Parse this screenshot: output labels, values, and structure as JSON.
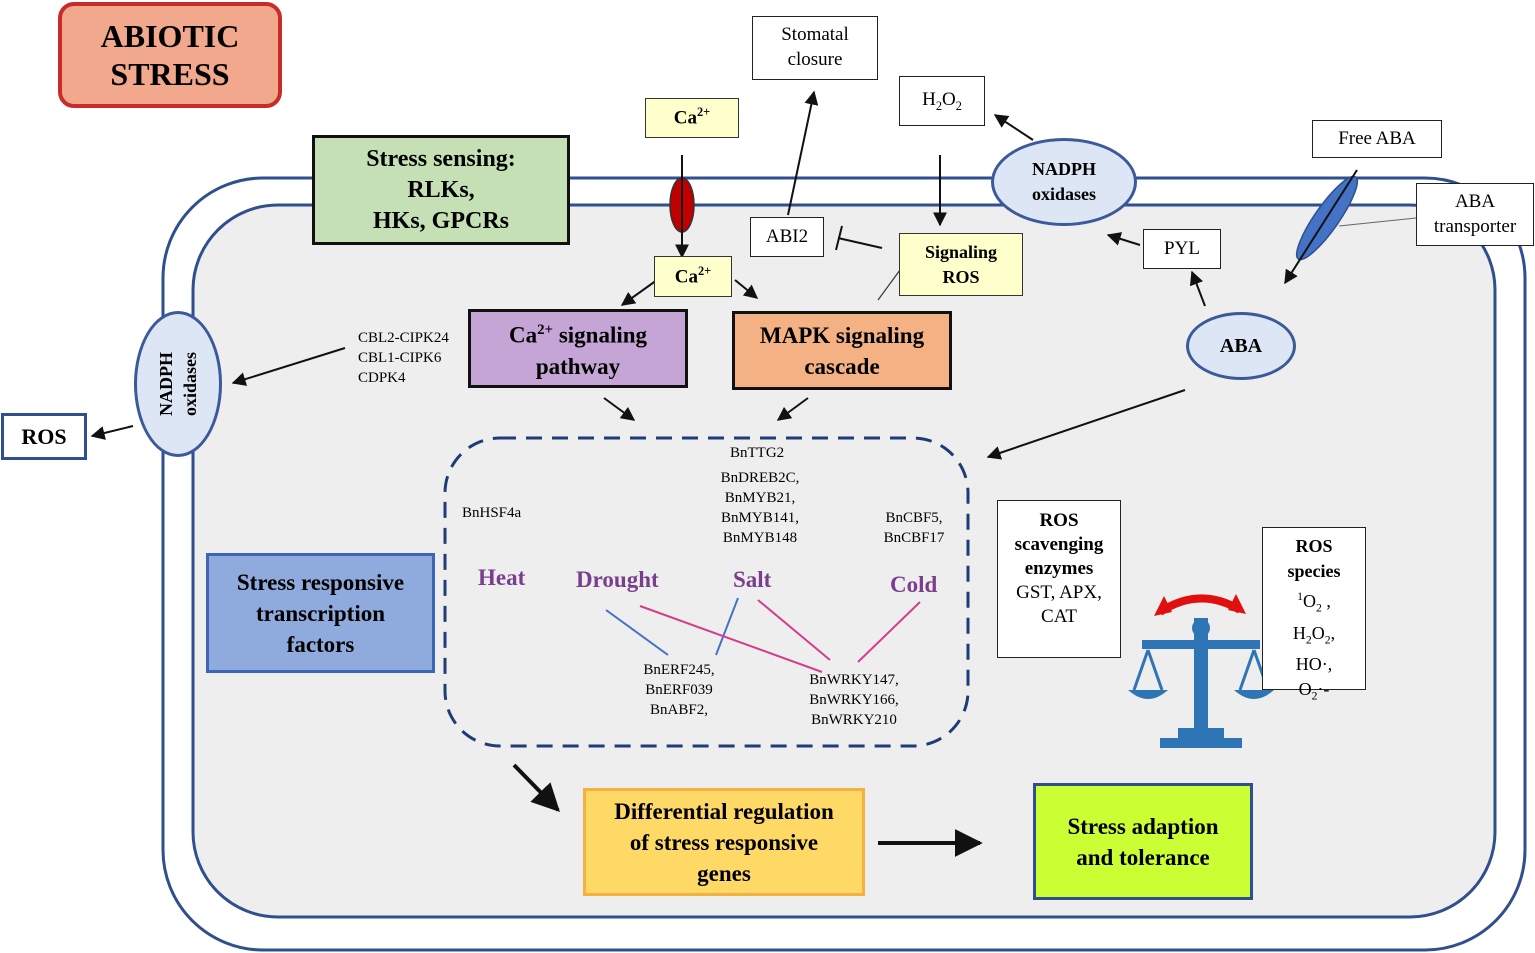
{
  "title": "ABIOTIC STRESS",
  "sensing": {
    "line1": "Stress sensing:",
    "line2": "RLKs,",
    "line3": "HKs, GPCRs"
  },
  "ca_outer": {
    "base": "Ca",
    "sup": "2+"
  },
  "ca_inner": {
    "base": "Ca",
    "sup": "2+"
  },
  "stomatal": {
    "line1": "Stomatal",
    "line2": "closure"
  },
  "h2o2": {
    "base": "H",
    "sub1": "2",
    "mid": "O",
    "sub2": "2"
  },
  "nadph_top": {
    "line1": "NADPH",
    "line2": "oxidases"
  },
  "nadph_left": {
    "label": "NADPH oxidases"
  },
  "free_aba": "Free ABA",
  "aba_transporter": {
    "line1": "ABA",
    "line2": "transporter"
  },
  "abi2": "ABI2",
  "signaling_ros": {
    "line1": "Signaling",
    "line2": "ROS"
  },
  "pyl": "PYL",
  "aba": "ABA",
  "ca_pathway": {
    "base": "Ca",
    "sup": "2+",
    "rest": " signaling",
    "line2": "pathway"
  },
  "mapk": {
    "line1": "MAPK signaling",
    "line2": "cascade"
  },
  "cbl": [
    "CBL2-CIPK24",
    "CBL1-CIPK6",
    "CDPK4"
  ],
  "ros_out": "ROS",
  "genes": {
    "ttg2": "BnTTG2",
    "dreb": [
      "BnDREB2C,",
      "BnMYB21,",
      "BnMYB141,",
      "BnMYB148"
    ],
    "hsf": "BnHSF4a",
    "cbf": [
      "BnCBF5,",
      "BnCBF17"
    ],
    "erf": [
      "BnERF245,",
      "BnERF039",
      "BnABF2,"
    ],
    "wrky": [
      "BnWRKY147,",
      "BnWRKY166,",
      "BnWRKY210"
    ]
  },
  "stresses": {
    "heat": "Heat",
    "drought": "Drought",
    "salt": "Salt",
    "cold": "Cold"
  },
  "tf_box": {
    "line1": "Stress responsive",
    "line2": "transcription",
    "line3": "factors"
  },
  "scavenging": {
    "line1": "ROS",
    "line2": "scavenging",
    "line3": "enzymes",
    "line4": "GST, APX,",
    "line5": "CAT"
  },
  "ros_species": {
    "title1": "ROS",
    "title2": "species",
    "s1_sup": "1",
    "s1_base": "O",
    "s1_sub": "2",
    "s1_tail": " ,",
    "s2_a": "H",
    "s2_sub1": "2",
    "s2_b": "O",
    "s2_sub2": "2",
    "s2_tail": ",",
    "s3": "HO·,",
    "s4_a": "O",
    "s4_sub": "2",
    "s4_tail": "·-"
  },
  "differential": {
    "line1": "Differential regulation",
    "line2": "of stress responsive",
    "line3": "genes"
  },
  "adaption": {
    "line1": "Stress adaption",
    "line2": "and tolerance"
  },
  "colors": {
    "membrane": "#2f4f8f",
    "cytoplasm": "#eeeeee",
    "title_fill": "#f2a88c",
    "title_border": "#c92a2a",
    "sensing_fill": "#c5e0b4",
    "ca_pathway_fill": "#c5a5d6",
    "mapk_fill": "#f4b183",
    "tf_fill": "#8faadc",
    "diff_fill": "#ffd966",
    "adapt_fill": "#ccff33",
    "stress_text": "#7a3f8c",
    "link_blue": "#4472c4",
    "link_magenta": "#d63c8c",
    "channel_red": "#c00000",
    "scale_blue": "#2e75b6"
  }
}
